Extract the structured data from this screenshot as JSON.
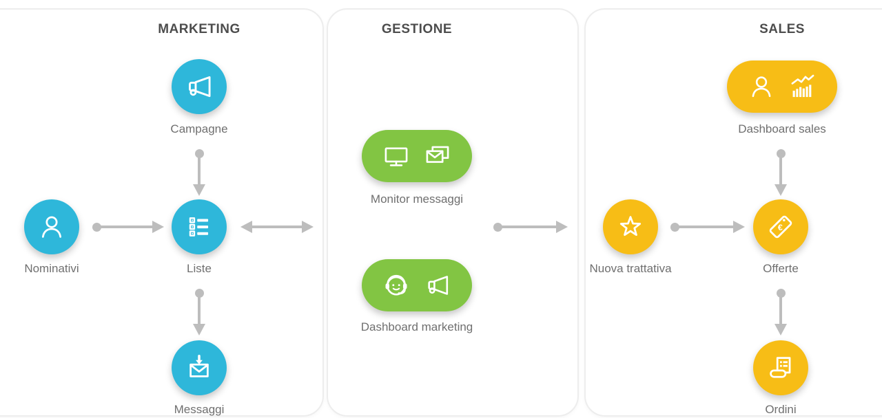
{
  "diagram": {
    "sections": [
      {
        "id": "marketing",
        "title": "MARKETING"
      },
      {
        "id": "gestione",
        "title": "GESTIONE"
      },
      {
        "id": "sales",
        "title": "SALES"
      }
    ],
    "nodes": {
      "campagne": {
        "label": "Campagne",
        "section": "marketing",
        "shape": "circle",
        "icon": "megaphone-icon"
      },
      "nominativi": {
        "label": "Nominativi",
        "section": "marketing",
        "shape": "circle",
        "icon": "user-icon"
      },
      "liste": {
        "label": "Liste",
        "section": "marketing",
        "shape": "circle",
        "icon": "checklist-icon"
      },
      "messaggi": {
        "label": "Messaggi",
        "section": "marketing",
        "shape": "circle",
        "icon": "mail-download-icon"
      },
      "monitor_messaggi": {
        "label": "Monitor messaggi",
        "section": "gestione",
        "shape": "pill",
        "icons": [
          "monitor-icon",
          "mail-stack-icon"
        ]
      },
      "dashboard_marketing": {
        "label": "Dashboard marketing",
        "section": "gestione",
        "shape": "pill",
        "icons": [
          "support-headset-icon",
          "megaphone-icon"
        ]
      },
      "dashboard_sales": {
        "label": "Dashboard sales",
        "section": "sales",
        "shape": "pill",
        "icons": [
          "user-icon",
          "bar-chart-icon"
        ]
      },
      "nuova_trattativa": {
        "label": "Nuova trattativa",
        "section": "sales",
        "shape": "circle",
        "icon": "star-icon"
      },
      "offerte": {
        "label": "Offerte",
        "section": "sales",
        "shape": "circle",
        "icon": "price-tag-icon",
        "currency_symbol": "€"
      },
      "ordini": {
        "label": "Ordini",
        "section": "sales",
        "shape": "circle",
        "icon": "receipt-icon"
      }
    },
    "connections": [
      {
        "from": "campagne",
        "to": "liste",
        "style": "arrow"
      },
      {
        "from": "nominativi",
        "to": "liste",
        "style": "arrow"
      },
      {
        "from": "liste",
        "to": "gestione",
        "style": "double-arrow"
      },
      {
        "from": "liste",
        "to": "messaggi",
        "style": "arrow"
      },
      {
        "from": "gestione",
        "to": "nuova_trattativa",
        "style": "arrow"
      },
      {
        "from": "nuova_trattativa",
        "to": "offerte",
        "style": "arrow"
      },
      {
        "from": "dashboard_sales",
        "to": "offerte",
        "style": "arrow"
      },
      {
        "from": "offerte",
        "to": "ordini",
        "style": "arrow"
      }
    ],
    "colors": {
      "marketing_accent": "#2eb7da",
      "gestione_accent": "#82c543",
      "sales_accent": "#f7bd16",
      "arrow": "#bdbdbd",
      "panel_border": "#ededed",
      "header_text": "#4d4d4d",
      "label_text": "#6f6f6f",
      "background": "#ffffff"
    }
  }
}
